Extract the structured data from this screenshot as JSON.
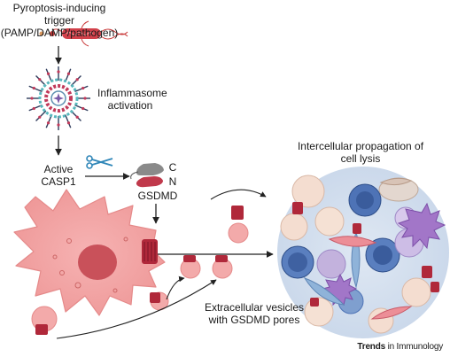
{
  "labels": {
    "trigger_line1": "Pyroptosis-inducing trigger",
    "trigger_line2": "(PAMP/DAMP/pathogen)",
    "inflammasome_line1": "Inflammasome",
    "inflammasome_line2": "activation",
    "casp_line1": "Active",
    "casp_line2": "CASP1",
    "c_term": "C",
    "n_term": "N",
    "gsdmd": "GSDMD",
    "propagation_line1": "Intercellular propagation of",
    "propagation_line2": "cell lysis",
    "vesicles_line1": "Extracellular vesicles",
    "vesicles_line2": "with GSDMD pores"
  },
  "brand": {
    "bold": "Trends",
    "rest": " in Immunology"
  },
  "colors": {
    "cell_pink": "#f2a3a3",
    "pore_red": "#b0283a",
    "nucleus": "#c44a4a",
    "arrow": "#222222",
    "bacterium": "#c93a3a",
    "gsdmd_c": "#7a7a7a",
    "gsdmd_n": "#c0394b"
  }
}
